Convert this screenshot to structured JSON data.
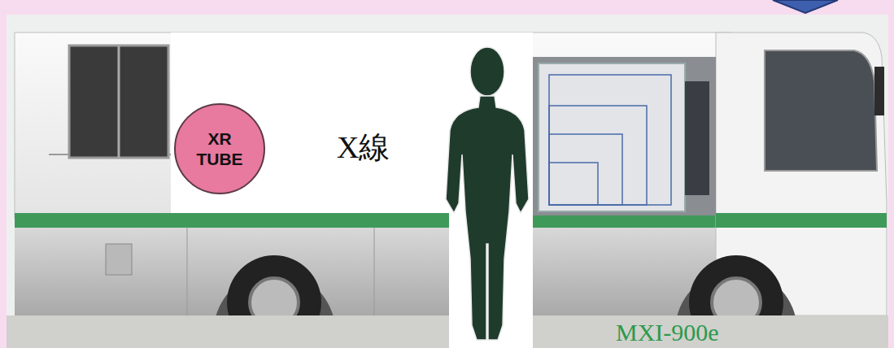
{
  "diagram": {
    "nodes": [
      {
        "text": [
          "XR TUBE"
        ]
      }
    ],
    "labels": [
      "X線",
      "MXI-900e"
    ]
  }
}
